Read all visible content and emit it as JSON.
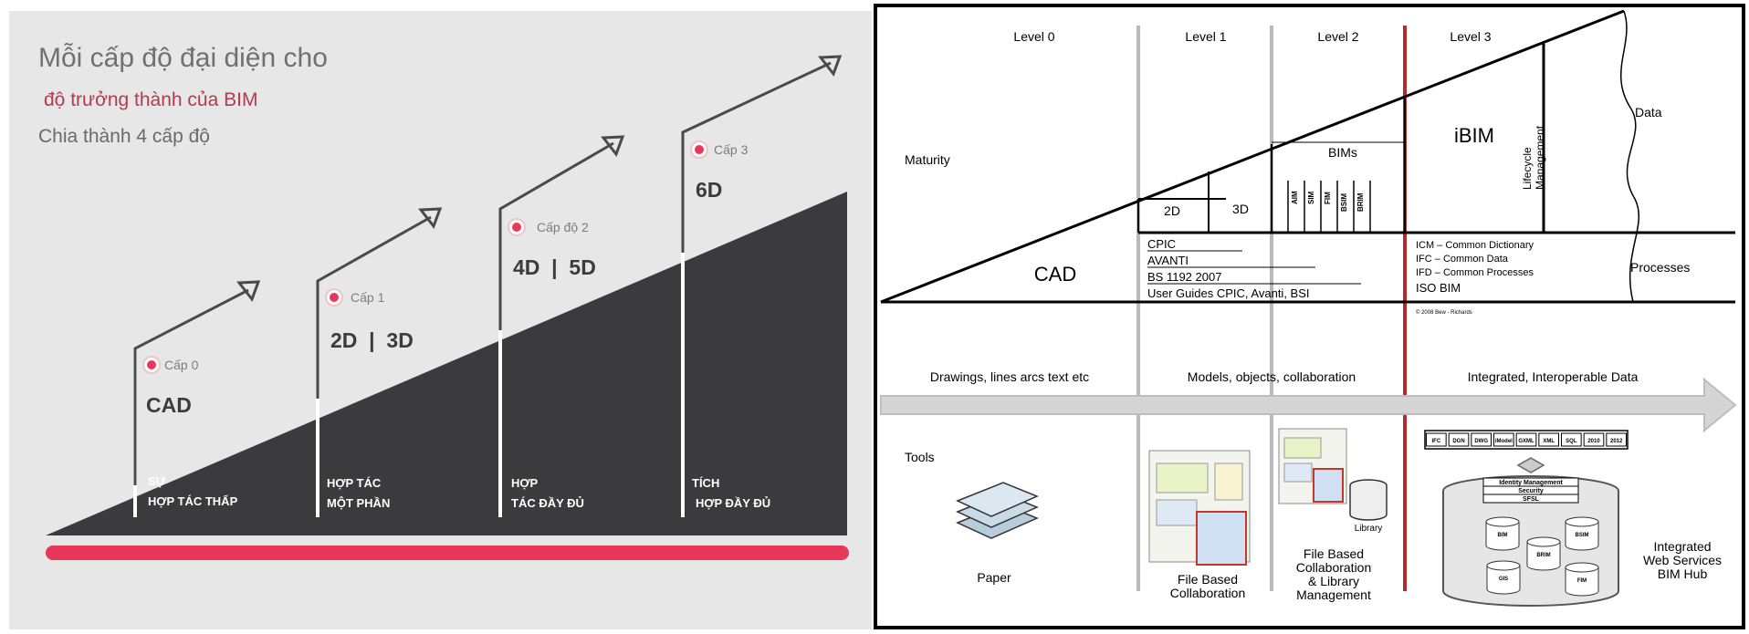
{
  "left_slide": {
    "title": "Mỗi cấp độ đại diện cho",
    "subtitle_highlight": "độ trưởng thành của BIM",
    "subtitle": "Chia thành 4 cấp độ",
    "accent_color": "#e8385a",
    "dark_color": "#3b3b3d",
    "steps": [
      {
        "caption": "Cấp 0",
        "big": "CAD",
        "stage_line1": "SỰ",
        "stage_line2": "HỢP TÁC THẤP"
      },
      {
        "caption": "Cấp 1",
        "big": "2D  |  3D",
        "stage_line1": "HỢP TÁC",
        "stage_line2": "MỘT PHẦN"
      },
      {
        "caption": "Cấp độ 2",
        "big": "4D  |  5D",
        "stage_line1": "HỢP",
        "stage_line2": "TÁC ĐẦY ĐỦ"
      },
      {
        "caption": "Cấp 3",
        "big": "6D",
        "stage_line1": "TÍCH",
        "stage_line2": "HỢP ĐẦY ĐỦ"
      }
    ]
  },
  "right_diagram": {
    "level_headers": [
      "Level 0",
      "Level 1",
      "Level 2",
      "Level 3"
    ],
    "row_labels": {
      "maturity": "Maturity",
      "tools": "Tools",
      "data": "Data",
      "processes": "Processes"
    },
    "cad": "CAD",
    "dims": [
      "2D",
      "3D"
    ],
    "bims": "BIMs",
    "bim_types": [
      "AIM",
      "SIM",
      "FIM",
      "BSIM",
      "BRIM"
    ],
    "ibim": "iBIM",
    "lifecycle": "Lifecycle Management",
    "level1_standards": [
      "CPIC",
      "AVANTI",
      "BS 1192 2007",
      "User Guides CPIC, Avanti, BSI"
    ],
    "level3_standards": [
      "ICM – Common Dictionary",
      "IFC – Common Data",
      "IFD – Common Processes",
      "ISO BIM"
    ],
    "copyright": "© 2008 Bew - Richards",
    "arrow_labels": [
      "Drawings, lines arcs text etc",
      "Models, objects, collaboration",
      "Integrated, Interoperable Data"
    ],
    "tools": {
      "paper": "Paper",
      "file_based": "File Based Collaboration",
      "file_based_lib": "File Based Collaboration & Library Management",
      "library": "Library",
      "hub": "Integrated Web Services BIM Hub",
      "formats": [
        "IFC",
        "DGN",
        "DWG",
        "iModel",
        "GXML",
        "XML",
        "SQL",
        "2010",
        "2012"
      ],
      "hub_layers": [
        "Identity Management",
        "Security",
        "SFSL"
      ],
      "db_labels": [
        "BIM",
        "BRIM",
        "GIS",
        "BSIM",
        "FIM"
      ]
    },
    "red_line_color": "#b52a2a"
  }
}
